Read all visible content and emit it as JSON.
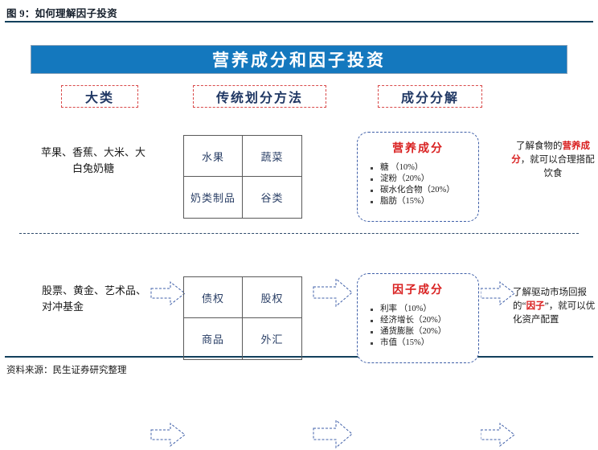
{
  "figure": {
    "caption": "图 9：如何理解因子投资",
    "source": "资料来源：民生证券研究整理",
    "banner_title": "营养成分和因子投资",
    "banner_color": "#1478be",
    "accent_red": "#d92020",
    "header_navy": "#203864"
  },
  "column_headers": [
    {
      "label": "大类"
    },
    {
      "label": "传统划分方法"
    },
    {
      "label": "成分分解"
    }
  ],
  "rows": [
    {
      "id": "nutrition",
      "left_label": "苹果、香蕉、大米、大白兔奶糖",
      "grid": {
        "cells": [
          "水果",
          "蔬菜",
          "奶类制品",
          "谷类"
        ]
      },
      "panel": {
        "title": "营养成分",
        "items": [
          "糖 （10%）",
          "淀粉（20%）",
          "碳水化合物（20%）",
          "脂肪（15%）"
        ]
      },
      "conclusion": {
        "pre": "了解食物的",
        "highlight": "营养成分",
        "post": "，就可以合理搭配饮食"
      }
    },
    {
      "id": "factor",
      "left_label": "股票、黄金、艺术品、对冲基金",
      "grid": {
        "cells": [
          "债权",
          "股权",
          "商品",
          "外汇"
        ]
      },
      "panel": {
        "title": "因子成分",
        "items": [
          "利率 （10%）",
          "经济增长（20%）",
          "通货膨胀（20%）",
          "市值（15%）"
        ]
      },
      "conclusion": {
        "pre": "了解驱动市场回报的“",
        "highlight": "因子",
        "post": "”，就可以优化资产配置"
      }
    }
  ],
  "arrows": {
    "name": "right-arrow-icon",
    "stroke": "#3f5fa8"
  }
}
